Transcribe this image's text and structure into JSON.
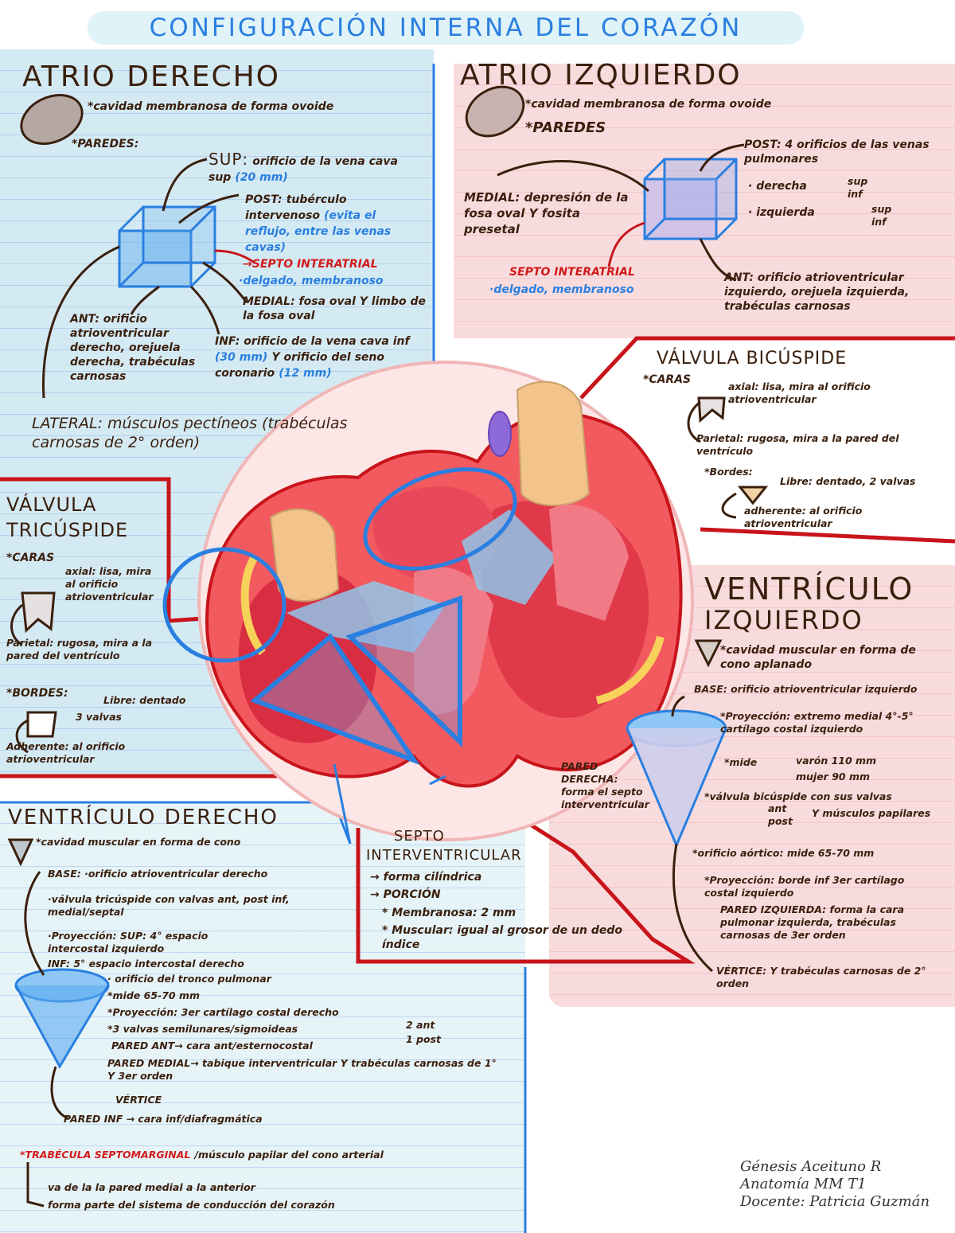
{
  "title": "CONFIGURACIÓN INTERNA DEL CORAZÓN",
  "colors": {
    "red": "#d21a1a",
    "blue": "#2a7fe0",
    "brown": "#3a1f0d",
    "panel_blue": "#d4eaf3",
    "panel_pink": "#f8dcdd"
  },
  "atrio_derecho": {
    "heading": "ATRIO DERECHO",
    "cavidad": "*cavidad membranosa de forma ovoide",
    "paredes": "*PAREDES:",
    "sup_label": "SUP:",
    "sup": "orificio de la vena cava sup",
    "sup_mm": "(20 mm)",
    "post_label": "POST:",
    "post": "tubérculo intervenoso",
    "post_note": "(evita el reflujo, entre las venas cavas)",
    "septo": "→SEPTO INTERATRIAL",
    "septo_note": "·delgado, membranoso",
    "medial": "MEDIAL: fosa oval Y limbo de la fosa oval",
    "ant": "ANT: orificio atrioventricular derecho, orejuela derecha, trabéculas carnosas",
    "inf": "INF: orificio de la vena cava inf",
    "inf_mm": "(30 mm)",
    "inf_rest": "Y orificio del seno coronario",
    "inf_mm2": "(12 mm)",
    "lateral": "LATERAL: músculos pectíneos (trabéculas carnosas de 2° orden)"
  },
  "atrio_izquierdo": {
    "heading": "ATRIO IZQUIERDO",
    "cavidad": "*cavidad membranosa de forma ovoide",
    "paredes": "*PAREDES",
    "post": "POST: 4 orificios de las venas pulmonares",
    "derecha": "· derecha",
    "izquierda": "· izquierda",
    "sup": "sup",
    "inf": "inf",
    "medial": "MEDIAL: depresión de la fosa oval Y fosita presetal",
    "septo": "SEPTO INTERATRIAL",
    "septo_note": "·delgado, membranoso",
    "ant": "ANT: orificio atrioventricular izquierdo, orejuela izquierda, trabéculas carnosas"
  },
  "valvula_bicuspide": {
    "heading": "VÁLVULA BICÚSPIDE",
    "caras": "*CARAS",
    "axial": "axial: lisa, mira al orificio atrioventricular",
    "parietal": "Parietal: rugosa, mira a la pared del ventrículo",
    "bordes": "*Bordes:",
    "libre": "Libre: dentado, 2 valvas",
    "adherente": "adherente: al orificio atrioventricular"
  },
  "valvula_tricuspide": {
    "heading": "VÁLVULA TRICÚSPIDE",
    "caras": "*CARAS",
    "axial": "axial: lisa, mira al orificio atrioventricular",
    "parietal": "Parietal: rugosa, mira a la pared del ventrículo",
    "bordes": "*BORDES:",
    "libre": "Libre: dentado",
    "valvas": "3 valvas",
    "adherente": "Adherente: al orificio atrioventricular"
  },
  "ventriculo_izquierdo": {
    "heading1": "VENTRÍCULO",
    "heading2": "IZQUIERDO",
    "cavidad": "*cavidad muscular en forma de cono aplanado",
    "base": "BASE: orificio atrioventricular izquierdo",
    "proyeccion": "*Proyección: extremo medial 4°-5° cartílago costal izquierdo",
    "mide": "*mide",
    "varon": "varón 110 mm",
    "mujer": "mujer 90 mm",
    "valvula": "*válvula bicúspide con sus valvas",
    "ant": "ant",
    "post": "post",
    "musculos": "Y músculos papilares",
    "aortico": "*orificio aórtico: mide 65-70 mm",
    "proy2": "*Proyección: borde inf 3er cartílago costal izquierdo",
    "pared_der": "PARED DERECHA: forma el septo interventricular",
    "pared_izq": "PARED IZQUIERDA: forma la cara pulmonar izquierda, trabéculas carnosas de 3er orden",
    "vertice": "VÉRTICE: Y trabéculas carnosas de 2° orden"
  },
  "ventriculo_derecho": {
    "heading": "VENTRÍCULO DERECHO",
    "cavidad": "*cavidad muscular en forma de cono",
    "base": "BASE: ·orificio atrioventricular derecho",
    "valvula": "·válvula tricúspide con valvas ant, post inf, medial/septal",
    "proyeccion": "·Proyección: SUP: 4° espacio intercostal izquierdo",
    "inf": "INF: 5° espacio intercostal derecho",
    "tronco": "· orificio del tronco pulmonar",
    "mide": "*mide 65-70 mm",
    "proy2": "*Proyección: 3er cartílago costal derecho",
    "valvas": "*3 valvas semilunares/sigmoideas",
    "ant_n": "2 ant",
    "post_n": "1 post",
    "pared_ant": "PARED ANT→ cara ant/esternocostal",
    "pared_medial": "PARED MEDIAL→ tabique interventricular Y trabéculas carnosas de 1° Y 3er orden",
    "vertice": "VÉRTICE",
    "pared_inf": "PARED INF → cara inf/diafragmática",
    "trabecula_red": "*TRABÉCULA SEPTOMARGINAL",
    "trabecula": "/músculo papilar del cono arterial",
    "va": "va de la la pared medial a la anterior",
    "forma": "forma parte del sistema de conducción del corazón"
  },
  "septo_interventricular": {
    "heading1": "SEPTO",
    "heading2": "INTERVENTRICULAR",
    "forma": "→ forma cilíndrica",
    "porcion": "→ PORCIÓN",
    "membranosa": "* Membranosa: 2 mm",
    "muscular": "* Muscular: igual al grosor de un dedo índice"
  },
  "signature": "Génesis Aceituno R\nAnatomía MM T1\nDocente: Patricia Guzmán"
}
